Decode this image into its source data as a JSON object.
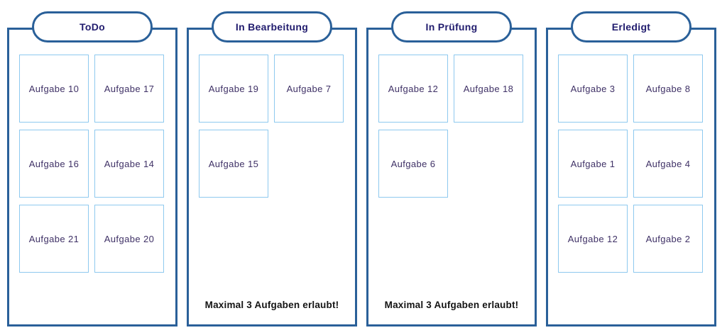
{
  "board": {
    "columns": [
      {
        "title": "ToDo",
        "tasks": [
          "Aufgabe 10",
          "Aufgabe 17",
          "Aufgabe 16",
          "Aufgabe 14",
          "Aufgabe 21",
          "Aufgabe 20"
        ]
      },
      {
        "title": "In Bearbeitung",
        "tasks": [
          "Aufgabe 19",
          "Aufgabe 7",
          "Aufgabe 15"
        ],
        "note": "Maximal 3 Aufgaben erlaubt!"
      },
      {
        "title": "In Prüfung",
        "tasks": [
          "Aufgabe 12",
          "Aufgabe 18",
          "Aufgabe 6"
        ],
        "note": "Maximal 3 Aufgaben erlaubt!"
      },
      {
        "title": "Erledigt",
        "tasks": [
          "Aufgabe 3",
          "Aufgabe 8",
          "Aufgabe 1",
          "Aufgabe 4",
          "Aufgabe 12",
          "Aufgabe 2"
        ]
      }
    ],
    "colors": {
      "column_border": "#2a6099",
      "pill_border": "#2a6099",
      "header_text": "#211c6e",
      "card_border": "#8ec9ef",
      "card_text": "#3f3166",
      "note_text": "#141414",
      "background": "#ffffff"
    }
  }
}
